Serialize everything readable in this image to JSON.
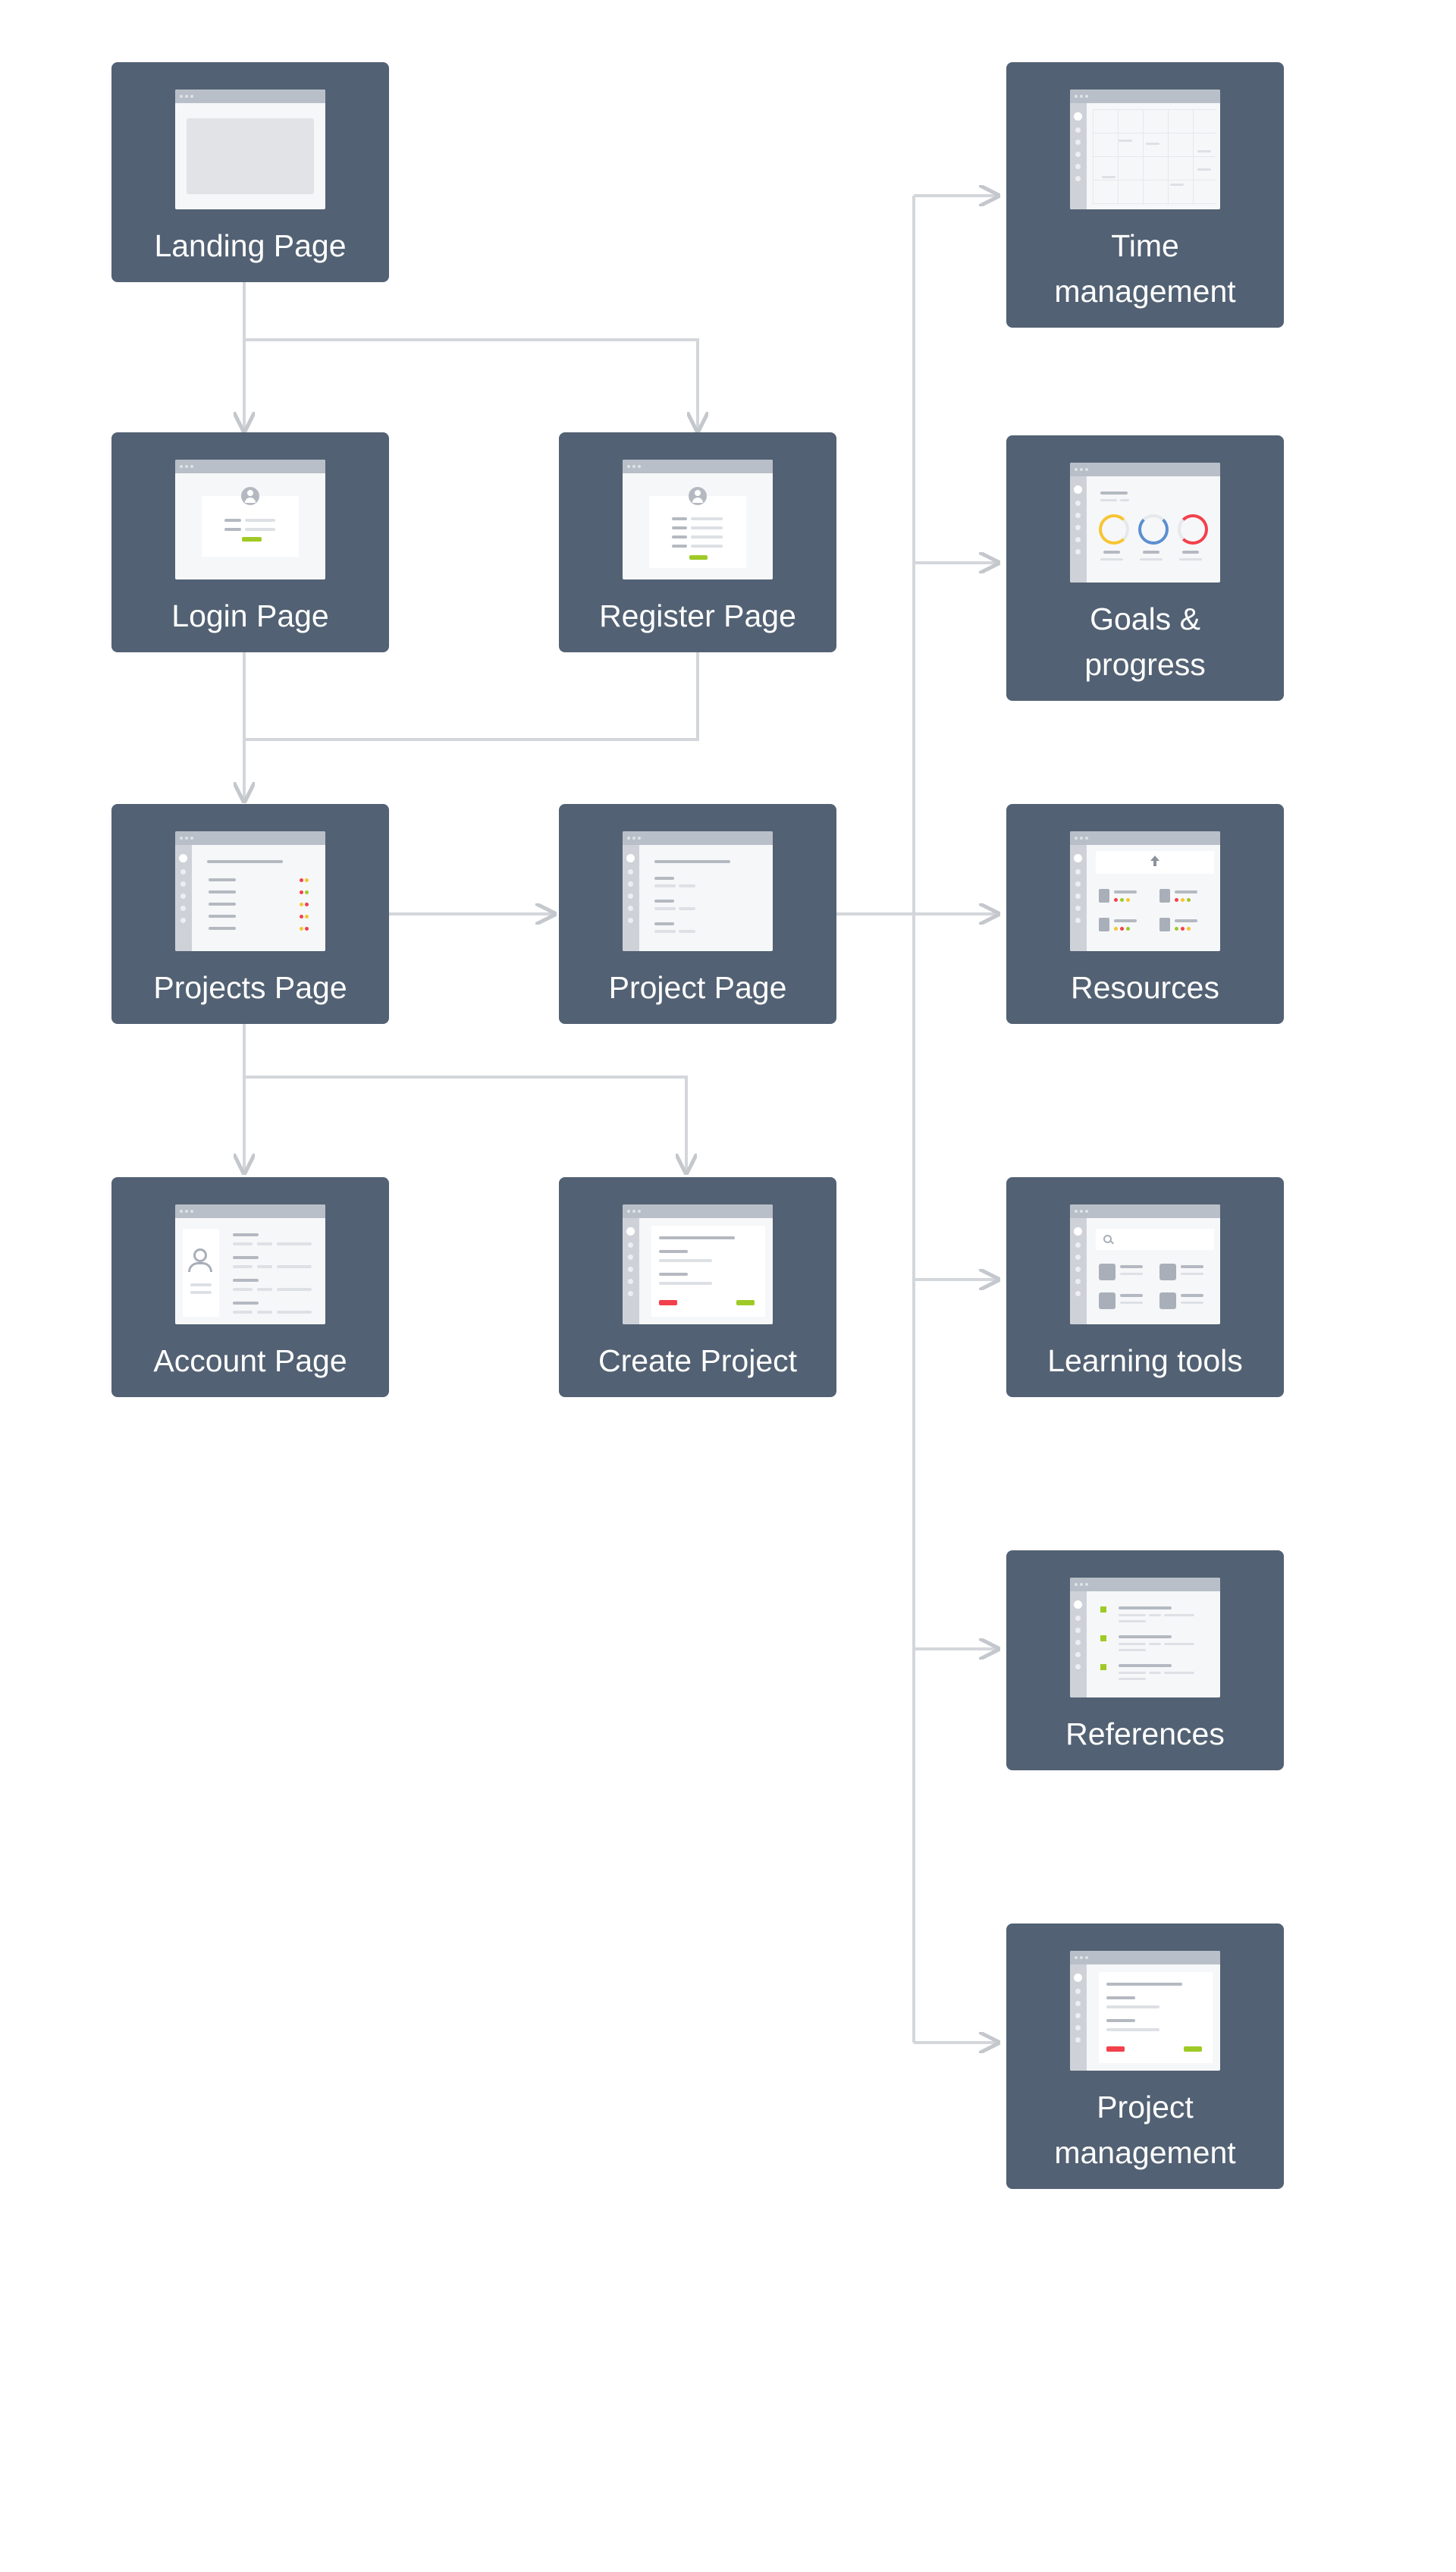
{
  "diagram": {
    "colors": {
      "node_fill": "#526173",
      "connector": "#d3d6da",
      "accent_green": "#9fca26",
      "accent_red": "#f2414b",
      "accent_yellow": "#f7c531",
      "accent_blue": "#5b8fd0"
    },
    "nodes": {
      "landing": {
        "label": "Landing Page"
      },
      "login": {
        "label": "Login Page"
      },
      "register": {
        "label": "Register Page"
      },
      "projects": {
        "label": "Projects Page"
      },
      "project": {
        "label": "Project Page"
      },
      "account": {
        "label": "Account Page"
      },
      "create": {
        "label": "Create Project"
      },
      "time": {
        "line1": "Time",
        "line2": "management"
      },
      "goals": {
        "line1": "Goals &",
        "line2": "progress"
      },
      "resources": {
        "label": "Resources"
      },
      "learning": {
        "label": "Learning tools"
      },
      "references": {
        "label": "References"
      },
      "project_mgmt": {
        "line1": "Project",
        "line2": "management"
      }
    },
    "edges": [
      {
        "from": "Landing Page",
        "to": "Login Page"
      },
      {
        "from": "Landing Page",
        "to": "Register Page"
      },
      {
        "from": "Login Page",
        "to": "Projects Page"
      },
      {
        "from": "Register Page",
        "to": "Projects Page"
      },
      {
        "from": "Projects Page",
        "to": "Project Page"
      },
      {
        "from": "Projects Page",
        "to": "Account Page"
      },
      {
        "from": "Projects Page",
        "to": "Create Project"
      },
      {
        "from": "Project Page",
        "to": "Time management"
      },
      {
        "from": "Project Page",
        "to": "Goals & progress"
      },
      {
        "from": "Project Page",
        "to": "Resources"
      },
      {
        "from": "Project Page",
        "to": "Learning tools"
      },
      {
        "from": "Project Page",
        "to": "References"
      },
      {
        "from": "Project Page",
        "to": "Project management"
      }
    ]
  }
}
